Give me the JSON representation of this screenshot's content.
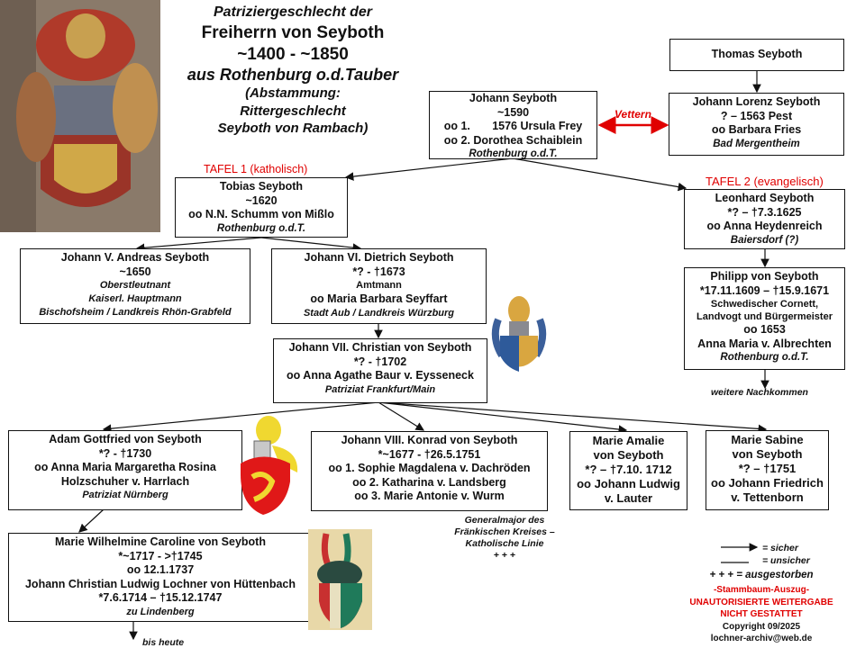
{
  "title": {
    "l1": "Patriziergeschlecht der",
    "l2": "Freiherrn von Seyboth",
    "l3": "~1400 - ~1850",
    "l4": "aus Rothenburg o.d.Tauber",
    "l5": "(Abstammung:",
    "l6": "Rittergeschlecht",
    "l7": "Seyboth von Rambach)"
  },
  "labels": {
    "tafel1": "TAFEL 1 (katholisch)",
    "tafel2": "TAFEL 2 (evangelisch)",
    "vettern": "Vettern",
    "weitere": "weitere Nachkommen",
    "bis_heute": "bis heute"
  },
  "persons": {
    "thomas": {
      "l1": "Thomas Seyboth"
    },
    "lorenz": {
      "l1": "Johann Lorenz Seyboth",
      "l2": "? – 1563 Pest",
      "l3": "oo Barbara Fries",
      "l4": "Bad Mergentheim"
    },
    "johann": {
      "l1": "Johann Seyboth",
      "l2": "~1590",
      "l3": "oo 1.       1576 Ursula Frey",
      "l4": "oo 2. Dorothea Schaiblein",
      "l5": "Rothenburg o.d.T."
    },
    "tobias": {
      "l1": "Tobias Seyboth",
      "l2": "~1620",
      "l3": "oo N.N. Schumm von Mißlo",
      "l4": "Rothenburg o.d.T."
    },
    "leonhard": {
      "l1": "Leonhard Seyboth",
      "l2": "*? – †7.3.1625",
      "l3": "oo Anna Heydenreich",
      "l4": "Baiersdorf (?)"
    },
    "philipp": {
      "l1": "Philipp von Seyboth",
      "l2": "*17.11.1609  – †15.9.1671",
      "l3": "Schwedischer Cornett,",
      "l4": "Landvogt und Bürgermeister",
      "l5": "oo 1653",
      "l6": "Anna Maria v. Albrechten",
      "l7": "Rothenburg o.d.T."
    },
    "andreas": {
      "l1": "Johann V. Andreas  Seyboth",
      "l2": "~1650",
      "l3": "Oberstleutnant",
      "l4": "Kaiserl. Hauptmann",
      "l5": "Bischofsheim / Landkreis Rhön-Grabfeld"
    },
    "dietrich": {
      "l1": "Johann VI. Dietrich Seyboth",
      "l2": "*? - †1673",
      "l3": "Amtmann",
      "l4": "oo Maria Barbara Seyffart",
      "l5": "Stadt Aub / Landkreis Würzburg"
    },
    "christian": {
      "l1": "Johann VII. Christian von Seyboth",
      "l2": "*? - †1702",
      "l3": "oo Anna Agathe Baur v. Eysseneck",
      "l4": "Patriziat Frankfurt/Main"
    },
    "adam": {
      "l1": "Adam Gottfried  von  Seyboth",
      "l2": "*? - †1730",
      "l3": "oo Anna Maria Margaretha Rosina",
      "l4": "Holzschuher v. Harrlach",
      "l5": "Patriziat Nürnberg"
    },
    "konrad": {
      "l1": "Johann VIII. Konrad von  Seyboth",
      "l2": "*~1677  - †26.5.1751",
      "l3": "oo 1.  Sophie Magdalena v. Dachröden",
      "l4": "oo 2. Katharina v. Landsberg",
      "l5": "oo 3. Marie Antonie v. Wurm"
    },
    "amalie": {
      "l1": "Marie Amalie",
      "l2": "von Seyboth",
      "l3": "*? – †7.10. 1712",
      "l4": "oo Johann Ludwig",
      "l5": "v. Lauter"
    },
    "sabine": {
      "l1": "Marie Sabine",
      "l2": "von Seyboth",
      "l3": "*? – †1751",
      "l4": "oo Johann Friedrich",
      "l5": "v. Tettenborn"
    },
    "wilhelmine": {
      "l1": "Marie Wilhelmine Caroline von Seyboth",
      "l2": "*~1717  - >†1745",
      "l3": "oo 12.1.1737",
      "l4": "Johann Christian Ludwig Lochner von Hüttenbach",
      "l5": "*7.6.1714 – †15.12.1747",
      "l6": "zu Lindenberg"
    }
  },
  "konrad_note": {
    "l1": "Generalmajor des",
    "l2": "Fränkischen Kreises –",
    "l3": "Katholische Linie",
    "l4": "+ + +"
  },
  "legend": {
    "sicher": "= sicher",
    "unsicher": "= unsicher",
    "extinct": "+ + + = ausgestorben",
    "s1": "-Stammbaum-Auszug-",
    "s2": "UNAUTORISIERTE   WEITERGABE",
    "s3": "NICHT GESTATTET",
    "copyright": "Copyright 09/2025",
    "email": "lochner-archiv@web.de"
  },
  "colors": {
    "red": "#e00000",
    "line": "#111111"
  }
}
